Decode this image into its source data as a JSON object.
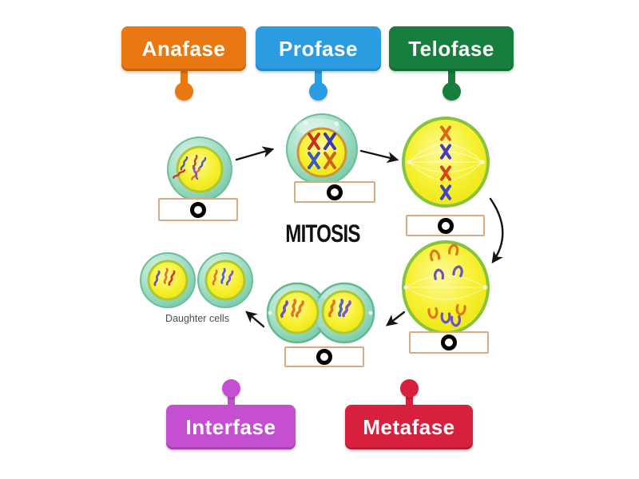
{
  "diagram": {
    "title": "MITOSIS",
    "daughter_cells_label": "Daughter cells"
  },
  "labels": [
    {
      "id": "anafase",
      "text": "Anafase",
      "color": "#e8780f"
    },
    {
      "id": "profase",
      "text": "Profase",
      "color": "#2b9ce2"
    },
    {
      "id": "telofase",
      "text": "Telofase",
      "color": "#177e3d"
    },
    {
      "id": "interfase",
      "text": "Interfase",
      "color": "#c44fd0"
    },
    {
      "id": "metafase",
      "text": "Metafase",
      "color": "#d81f3d"
    }
  ],
  "slots": {
    "count": 5,
    "border_color": "#d9ab84",
    "ring_color": "#000000"
  }
}
